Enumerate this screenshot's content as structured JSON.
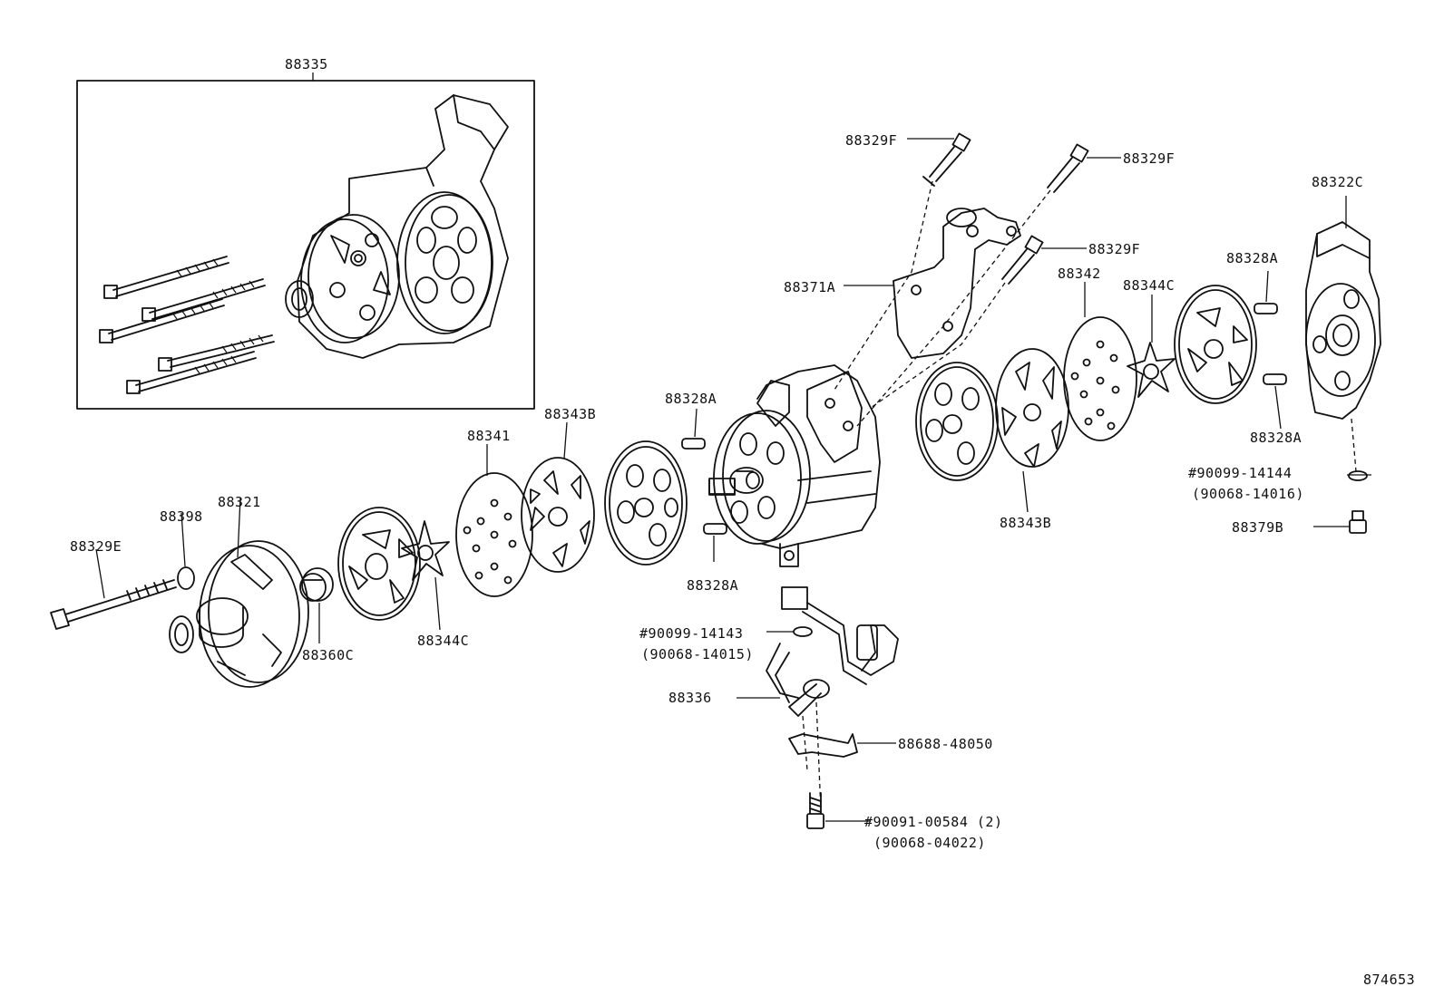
{
  "diagram": {
    "labels": {
      "p88335": "88335",
      "p88329F_a": "88329F",
      "p88329F_b": "88329F",
      "p88329F_c": "88329F",
      "p88322C": "88322C",
      "p88371A": "88371A",
      "p88342": "88342",
      "p88344C_r": "88344C",
      "p88328A_r1": "88328A",
      "p88328A_r2": "88328A",
      "p88328A_c1": "88328A",
      "p88328A_c2": "88328A",
      "p88343B_l": "88343B",
      "p88343B_r": "88343B",
      "p88341": "88341",
      "p88398": "88398",
      "p88321": "88321",
      "p88329E": "88329E",
      "p88360C": "88360C",
      "p88344C_l": "88344C",
      "p90099_14144": "#90099-14144",
      "p90068_14016": "(90068-14016)",
      "p88379B": "88379B",
      "p90099_14143": "#90099-14143",
      "p90068_14015": "(90068-14015)",
      "p88336": "88336",
      "p88688_48050": "88688-48050",
      "p90091_00584": "#90091-00584 (2)",
      "p90068_04022": "(90068-04022)"
    },
    "figure_number": "874653"
  }
}
